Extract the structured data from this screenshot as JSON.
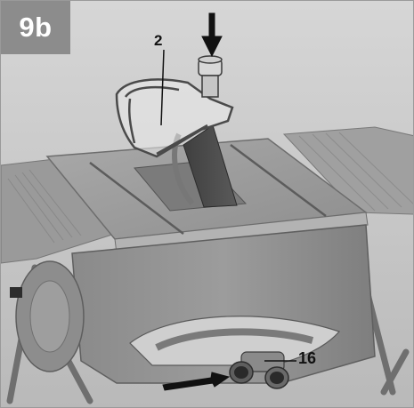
{
  "figure": {
    "tag": "9b",
    "callouts": {
      "blade_guard": "2",
      "dust_port": "16"
    },
    "icons": {
      "top_arrow": "arrow-down-icon",
      "port_arrow": "arrow-right-icon"
    },
    "colors": {
      "tag_background": "#8c8c8c",
      "tag_text": "#ffffff",
      "label_text": "#111111",
      "arrow": "#111111"
    }
  }
}
